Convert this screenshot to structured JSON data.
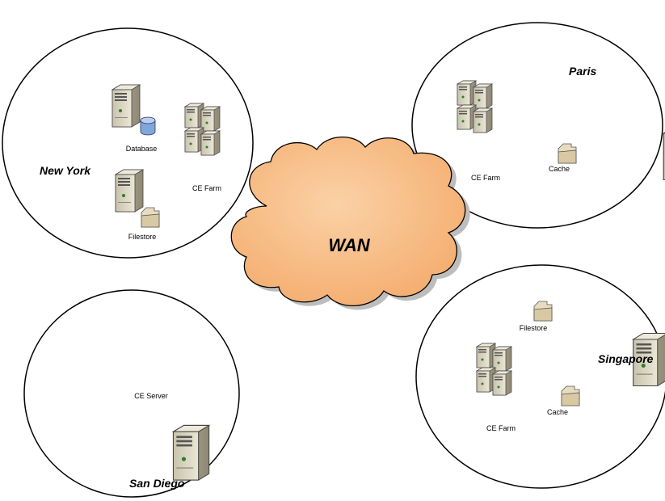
{
  "network": {
    "wan_label": "WAN",
    "sites": [
      {
        "name": "New York",
        "nodes": [
          {
            "label": "Database",
            "kind": "database-server"
          },
          {
            "label": "CE Farm",
            "kind": "server-farm"
          },
          {
            "label": "Filestore",
            "kind": "file-server"
          }
        ]
      },
      {
        "name": "Paris",
        "nodes": [
          {
            "label": "CE Farm",
            "kind": "server-farm"
          },
          {
            "label": "Cache",
            "kind": "file-server"
          }
        ]
      },
      {
        "name": "San Diego",
        "nodes": [
          {
            "label": "CE Server",
            "kind": "server"
          }
        ]
      },
      {
        "name": "Singapore",
        "nodes": [
          {
            "label": "Filestore",
            "kind": "file-server"
          },
          {
            "label": "CE Farm",
            "kind": "server-farm"
          },
          {
            "label": "Cache",
            "kind": "file-server"
          }
        ]
      }
    ]
  },
  "colors": {
    "cloud_fill": "#f9be86",
    "cloud_stroke": "#000000",
    "server_body": "#ddd8c4",
    "server_side": "#a6a08b",
    "database_cylinder": "#8fb3e0",
    "folder": "#e8dcc0"
  }
}
